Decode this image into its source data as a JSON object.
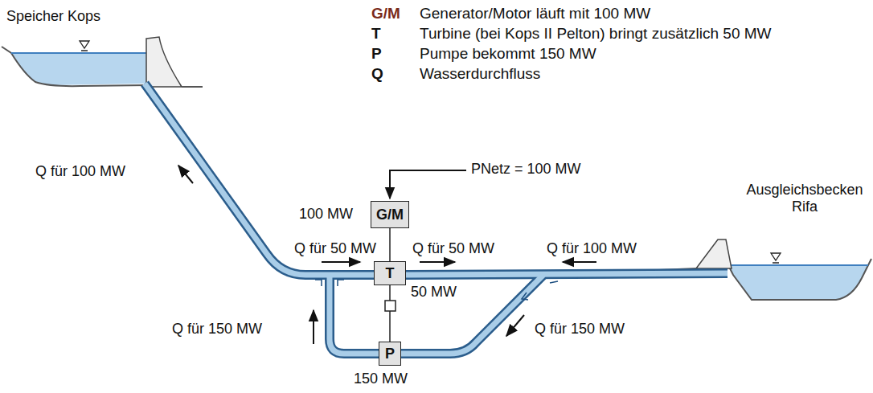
{
  "diagram": {
    "nodes": [
      {
        "text": [
          "G/M"
        ]
      },
      {
        "text": [
          "T"
        ]
      },
      {
        "text": [
          "P"
        ]
      }
    ],
    "edges": [
      {
        "from": 0,
        "to": 1,
        "arrow": "none"
      },
      {
        "from": 1,
        "to": 2,
        "arrow": "none"
      }
    ],
    "labels": [
      "G/M",
      "Generator/Motor läuft mit 100 MW",
      "T",
      "Turbine (bei Kops II Pelton) bringt zusätzlich 50 MW",
      "P",
      "Pumpe bekommt 150 MW",
      "Q",
      "Wasserdurchfluss",
      "Speicher Kops",
      "Ausgleichsbecken Rifa",
      "Q für 100 MW",
      "PNetz = 100 MW",
      "100 MW",
      "Q für 50 MW",
      "Q für 50 MW",
      "Q für 100 MW",
      "50 MW",
      "Q für 150 MW",
      "Q für 150 MW",
      "150 MW"
    ]
  }
}
